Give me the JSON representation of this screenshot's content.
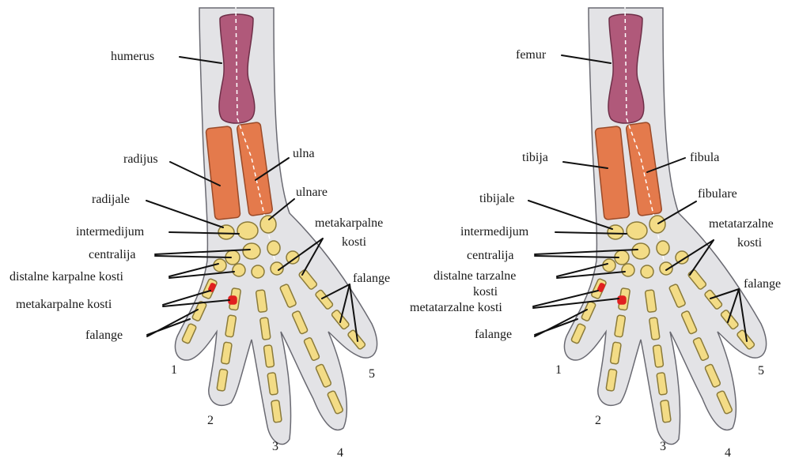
{
  "colors": {
    "limb_fill": "#e3e3e6",
    "limb_stroke": "#6a6a72",
    "upper_bone": "#b0597a",
    "upper_bone_stroke": "#6e2f48",
    "lower_bone": "#e47a4c",
    "lower_bone_stroke": "#9a4a28",
    "small_bone": "#f3dc86",
    "small_bone_stroke": "#8a7a3a",
    "highlight": "#e02020"
  },
  "forelimb": {
    "upper_bone": "humerus",
    "lower_left": "radijus",
    "lower_right": "ulna",
    "proximal_left": "radijale",
    "proximal_right": "ulnare",
    "intermedium": "intermedijum",
    "centralia": "centralija",
    "distal_row": "distalne karpalne kosti",
    "metapodials_left": "metakarpalne kosti",
    "metapodials_right_1": "metakarpalne",
    "metapodials_right_2": "kosti",
    "phalanges_left": "falange",
    "phalanges_right": "falange",
    "digits": [
      "1",
      "2",
      "3",
      "4",
      "5"
    ]
  },
  "hindlimb": {
    "upper_bone": "femur",
    "lower_left": "tibija",
    "lower_right": "fibula",
    "proximal_left": "tibijale",
    "proximal_right": "fibulare",
    "intermedium": "intermedijum",
    "centralia": "centralija",
    "distal_row_1": "distalne tarzalne",
    "distal_row_2": "kosti",
    "metapodials_left": "metatarzalne kosti",
    "metapodials_right_1": "metatarzalne",
    "metapodials_right_2": "kosti",
    "phalanges_left": "falange",
    "phalanges_right": "falange",
    "digits": [
      "1",
      "2",
      "3",
      "4",
      "5"
    ]
  }
}
